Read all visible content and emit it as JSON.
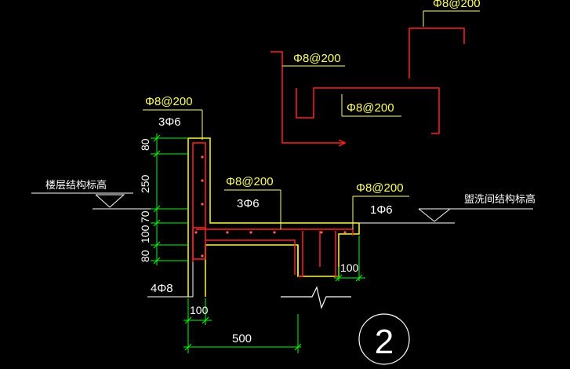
{
  "drawing": {
    "top_partial_label": "Φ8@200",
    "upper_step": {
      "label": "Φ8@200"
    },
    "upper_inner": {
      "label": "Φ8@200"
    },
    "left_wall": {
      "label1": "Φ8@200",
      "label2": "3Φ6"
    },
    "slab": {
      "label1": "Φ8@200",
      "label2": "3Φ6"
    },
    "right_ledge": {
      "label1": "Φ8@200",
      "label2": "1Φ6"
    },
    "bottom_bars": {
      "label": "4Φ8"
    },
    "level_left": "楼层结构标高",
    "level_right": "盥洗间结构标高",
    "dims_vertical": [
      "80",
      "250",
      "70",
      "100",
      "80"
    ],
    "dim_wall_width": "100",
    "dim_right": "100",
    "dim_total": "500",
    "detail_number": "2"
  },
  "colors": {
    "background": "#000000",
    "concrete": "#ffff00",
    "rebar": "#ff2020",
    "dimension": "#00ff00",
    "annotation": "#ffffff",
    "leader": "#ffff66"
  }
}
